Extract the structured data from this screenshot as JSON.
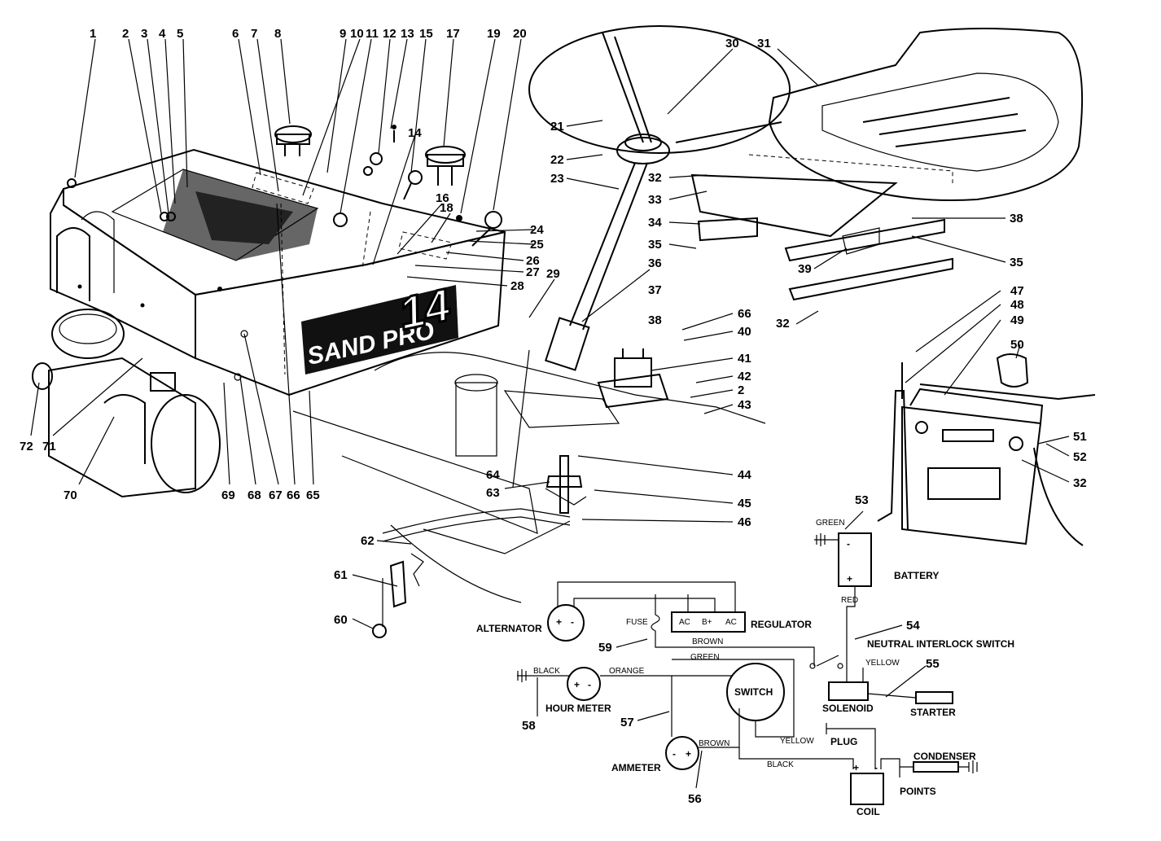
{
  "brand": {
    "name": "SAND PRO",
    "model": "14"
  },
  "callouts": [
    "1",
    "2",
    "3",
    "4",
    "5",
    "6",
    "7",
    "8",
    "9",
    "10",
    "11",
    "12",
    "13",
    "15",
    "17",
    "19",
    "20",
    "14",
    "16",
    "18",
    "24",
    "25",
    "26",
    "27",
    "28",
    "29",
    "21",
    "22",
    "23",
    "30",
    "31",
    "32",
    "33",
    "34",
    "35",
    "36",
    "37",
    "38",
    "39",
    "38",
    "35",
    "66",
    "40",
    "41",
    "42",
    "2",
    "43",
    "32",
    "47",
    "48",
    "49",
    "50",
    "51",
    "52",
    "32",
    "44",
    "45",
    "46",
    "63",
    "64",
    "65",
    "66",
    "67",
    "68",
    "69",
    "70",
    "71",
    "72",
    "62",
    "61",
    "60",
    "53",
    "54",
    "55",
    "56",
    "57",
    "58",
    "59"
  ],
  "wiring": {
    "labels": {
      "green_top": "GREEN",
      "battery": "BATTERY",
      "red": "RED",
      "neutral_switch": "NEUTRAL INTERLOCK SWITCH",
      "yellow_top": "YELLOW",
      "solenoid": "SOLENOID",
      "starter": "STARTER",
      "alternator": "ALTERNATOR",
      "fuse": "FUSE",
      "regulator": "REGULATOR",
      "ac1": "AC",
      "bplus": "B+",
      "ac2": "AC",
      "brown_top": "BROWN",
      "green_mid": "GREEN",
      "black_left": "BLACK",
      "orange": "ORANGE",
      "hour_meter": "HOUR METER",
      "switch": "SWITCH",
      "yellow_bottom": "YELLOW",
      "plug": "PLUG",
      "brown_bottom": "BROWN",
      "black_bottom": "BLACK",
      "ammeter": "AMMETER",
      "condenser": "CONDENSER",
      "points": "POINTS",
      "coil": "COIL",
      "plus": "+",
      "minus": "-"
    }
  }
}
